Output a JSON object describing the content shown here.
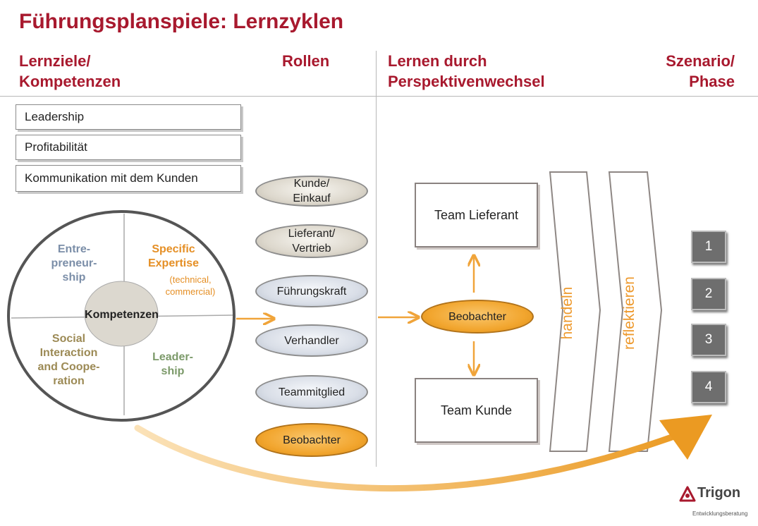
{
  "title": "Führungsplanspiele: Lernzyklen",
  "headers": {
    "lernziele": "Lernziele/\nKompetenzen",
    "rollen": "Rollen",
    "lernen": "Lernen durch\nPerspektivenwechsel",
    "szenario": "Szenario/\nPhase"
  },
  "goals": [
    "Leadership",
    "Profitabilität",
    "Kommunikation mit dem Kunden"
  ],
  "competences": {
    "center": "Kompetenzen",
    "q1": "Entre-\npreneur-\nship",
    "q2": "Specific\nExpertise",
    "q2_sub": "(technical,\ncommercial)",
    "q3": "Social\nInteraction\nand Coope-\nration",
    "q4": "Leader-\nship"
  },
  "roles": [
    "Kunde/\nEinkauf",
    "Lieferant/\nVertrieb",
    "Führungskraft",
    "Verhandler",
    "Teammitglied",
    "Beobachter"
  ],
  "teams": {
    "top": "Team Lieferant",
    "observer": "Beobachter",
    "bottom": "Team Kunde"
  },
  "cycle": {
    "act": "handeln",
    "reflect": "reflektieren"
  },
  "phases": [
    "1",
    "2",
    "3",
    "4"
  ],
  "logo": {
    "name": "Trigon",
    "sub": "Entwicklungsberatung"
  },
  "colors": {
    "accent": "#a8192e",
    "orange": "#ee9a2e"
  }
}
